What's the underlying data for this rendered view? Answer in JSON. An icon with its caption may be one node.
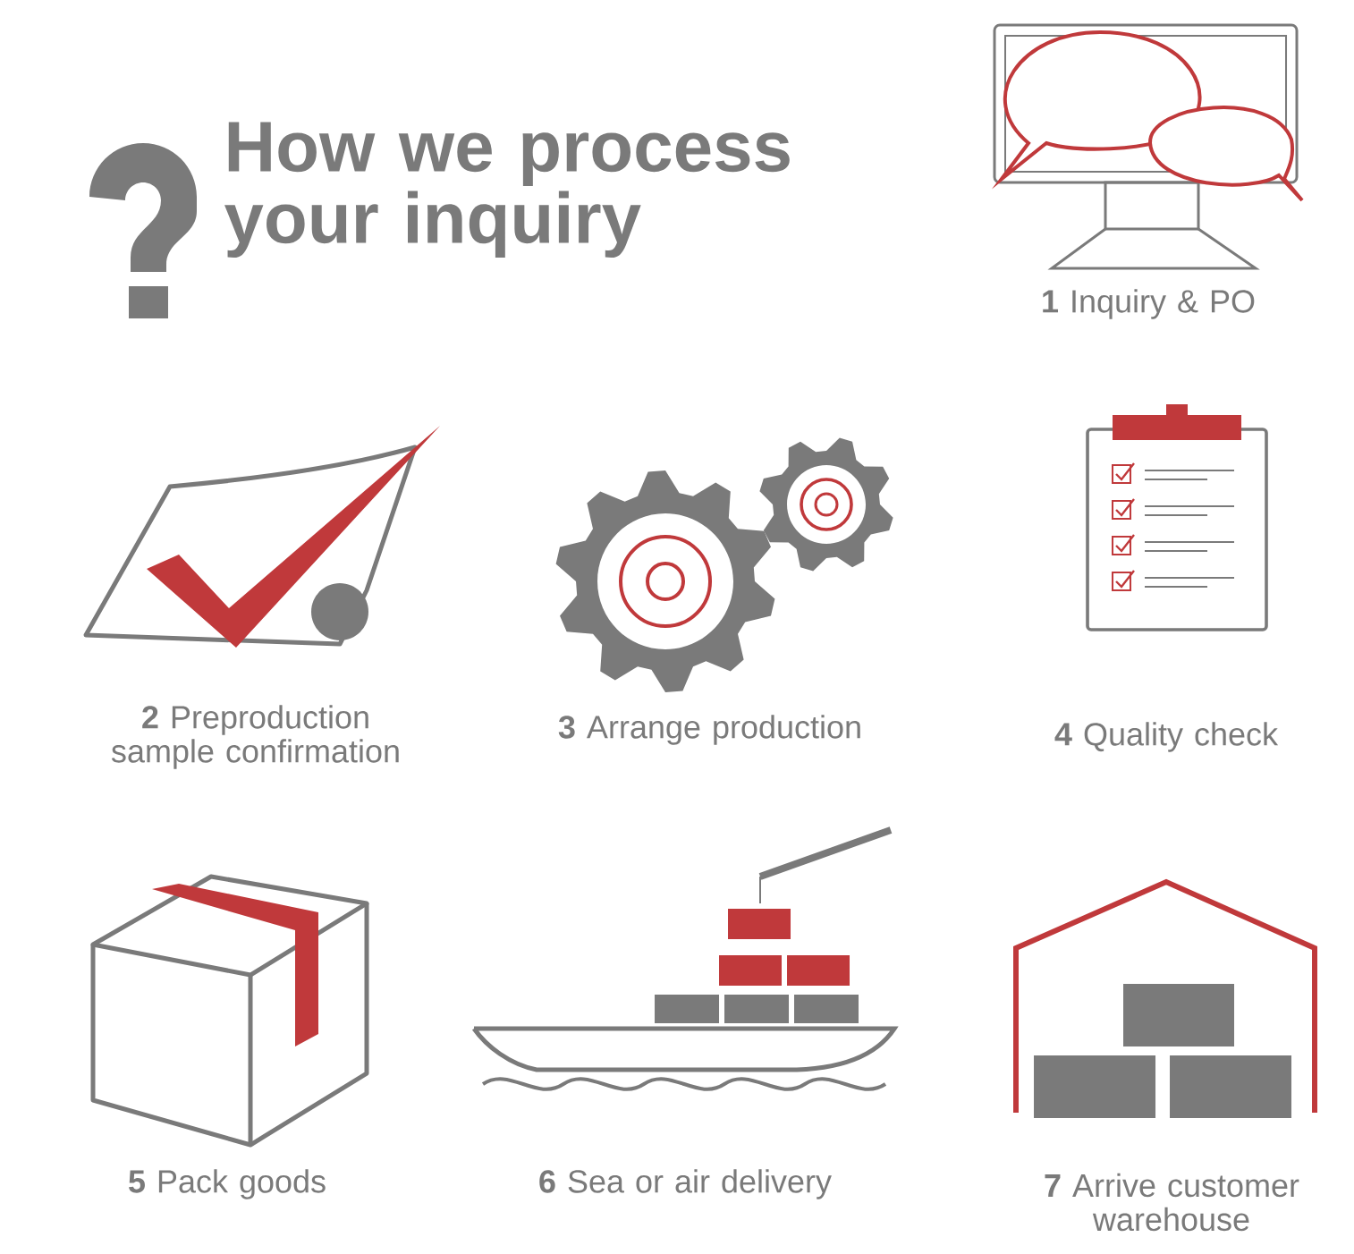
{
  "diagram": {
    "title": "How we process your inquiry",
    "labels": [
      "**1** Inquiry & PO",
      "**2** Preproduction sample confirmation",
      "**3** Arrange production",
      "**4** Quality check",
      "**5** Pack goods",
      "**6** Sea or air delivery",
      "**7** Arrive customer warehouse"
    ]
  }
}
